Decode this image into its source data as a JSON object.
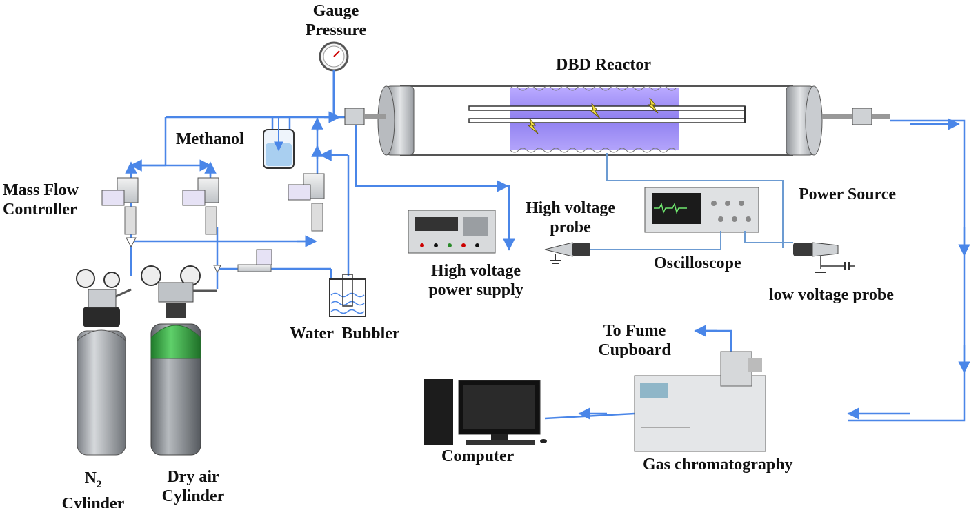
{
  "labels": {
    "gauge_pressure": [
      "Gauge",
      "Pressure"
    ],
    "dbd_reactor": "DBD Reactor",
    "methanol": "Methanol",
    "mass_flow_controller": [
      "Mass Flow",
      "Controller"
    ],
    "power_source": "Power Source",
    "high_voltage_probe": [
      "High voltage",
      "probe"
    ],
    "high_voltage_power_supply": [
      "High voltage",
      "power supply"
    ],
    "oscilloscope": "Oscilloscope",
    "low_voltage_probe": "low voltage probe",
    "water_bubbler": "Water  Bubbler",
    "to_fume_cupboard": [
      "To Fume",
      "Cupboard"
    ],
    "computer": "Computer",
    "gas_chromatography": "Gas chromatography",
    "n2_cylinder": {
      "symbol": "N",
      "subscript": "2",
      "word": "Cylinder"
    },
    "dry_air_cylinder": [
      "Dry air",
      "Cylinder"
    ]
  },
  "colors": {
    "flow_line": "#4a86e8",
    "wire": "#6c9bd2",
    "plasma": "#9c8cf0",
    "cylinder_n2": "#a9adb3",
    "cylinder_air_top": "#3fae4a",
    "cylinder_air_body": "#8a8f94",
    "text": "#111111"
  }
}
